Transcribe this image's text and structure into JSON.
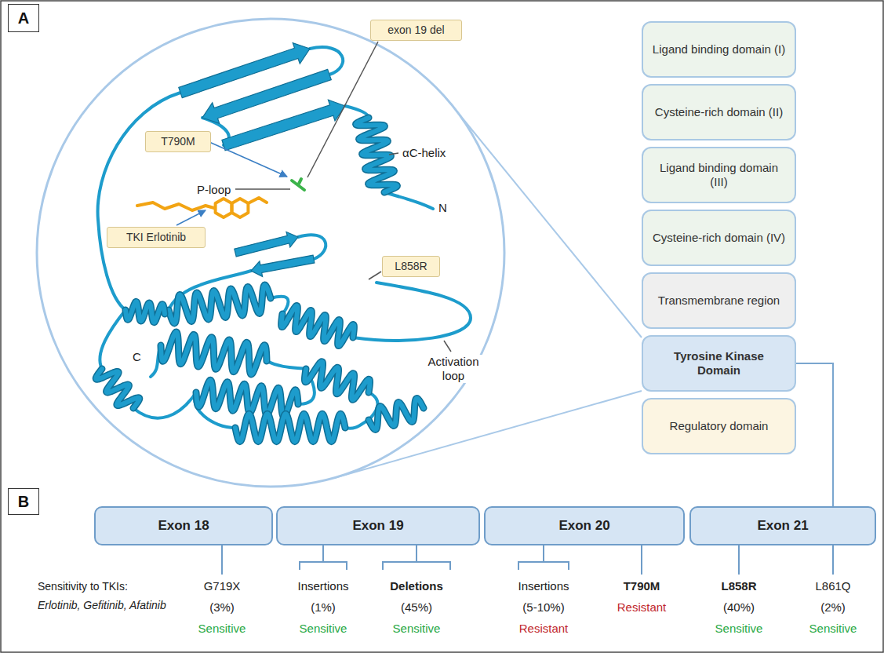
{
  "diagram": {
    "nodes": [
      {
        "text": [
          "A"
        ]
      },
      {
        "text": [
          "exon 19 del"
        ]
      },
      {
        "text": [
          "T790M"
        ]
      },
      {
        "text": [
          "TKI Erlotinib"
        ]
      },
      {
        "text": [
          "L858R"
        ]
      },
      {
        "text": [
          "Ligand binding domain (I)"
        ]
      },
      {
        "text": [
          "Cysteine-rich domain (II)"
        ]
      },
      {
        "text": [
          "Ligand binding domain (III)"
        ]
      },
      {
        "text": [
          "Cysteine-rich domain (IV)"
        ]
      },
      {
        "text": [
          "Transmembrane region"
        ]
      },
      {
        "text": [
          "Tyrosine Kinase Domain"
        ]
      },
      {
        "text": [
          "Regulatory domain"
        ]
      },
      {
        "text": [
          "B"
        ]
      },
      {
        "text": [
          "Exon 18"
        ]
      },
      {
        "text": [
          "Exon 19"
        ]
      },
      {
        "text": [
          "Exon 20"
        ]
      },
      {
        "text": [
          "Exon 21"
        ]
      }
    ],
    "edges": [
      {
        "from": 10,
        "to": 16,
        "arrow": "none"
      }
    ],
    "labels": [
      "P-loop",
      "αC-helix",
      "N",
      "C",
      "Activation loop",
      "Sensitivity to TKIs:",
      "Erlotinib, Gefitinib, Afatinib",
      "G719X",
      "(3%)",
      "Sensitive",
      "Insertions",
      "(1%)",
      "Sensitive",
      "Deletions",
      "(45%)",
      "Sensitive",
      "Insertions",
      "(5-10%)",
      "Resistant",
      "T790M",
      "Resistant",
      "L858R",
      "(40%)",
      "Sensitive",
      "L861Q",
      "(2%)",
      "Sensitive"
    ]
  }
}
